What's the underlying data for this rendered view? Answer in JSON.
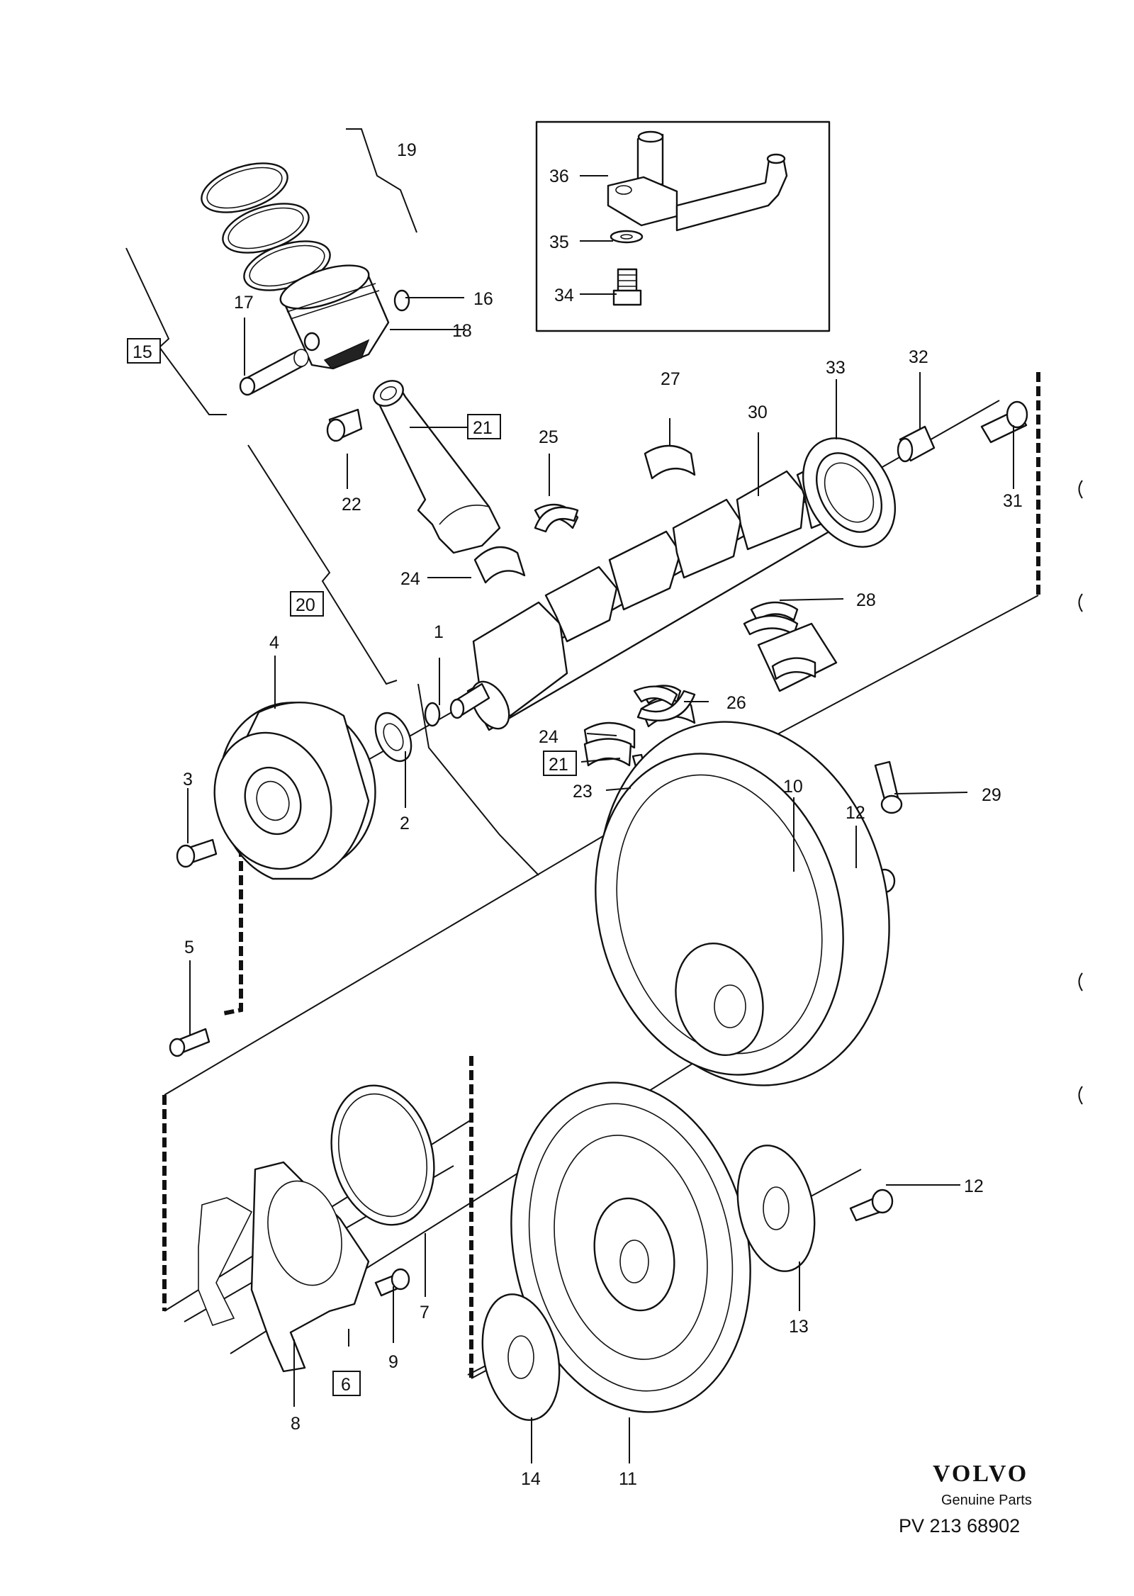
{
  "callouts": {
    "c1": "1",
    "c2": "2",
    "c3": "3",
    "c4": "4",
    "c5": "5",
    "c6": "6",
    "c7": "7",
    "c8": "8",
    "c9": "9",
    "c10": "10",
    "c11": "11",
    "c12a": "12",
    "c12b": "12",
    "c13": "13",
    "c14": "14",
    "c15": "15",
    "c16": "16",
    "c17": "17",
    "c18": "18",
    "c19": "19",
    "c20": "20",
    "c21a": "21",
    "c21b": "21",
    "c22": "22",
    "c23": "23",
    "c24a": "24",
    "c24b": "24",
    "c25": "25",
    "c26": "26",
    "c27": "27",
    "c28": "28",
    "c29": "29",
    "c30": "30",
    "c31": "31",
    "c32": "32",
    "c33": "33",
    "c34": "34",
    "c35": "35",
    "c36": "36"
  },
  "footer": {
    "brand": "VOLVO",
    "subtitle": "Genuine Parts",
    "reference": "PV 213 68902"
  }
}
